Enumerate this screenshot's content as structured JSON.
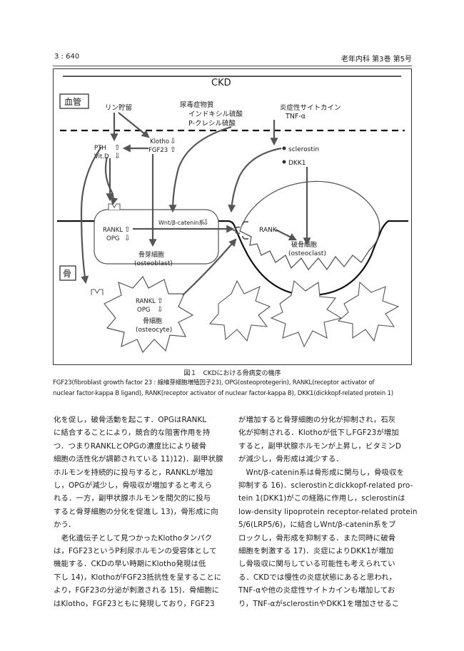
{
  "header": {
    "page_label": "3 : 640",
    "journal_label": "老年内科 第3巻 第5号"
  },
  "figure": {
    "title": "CKD",
    "region_vessel": "血管",
    "region_bone": "骨",
    "phosphate_retention": "リン貯留",
    "uremic_toxins": "尿毒症物質",
    "indoxyl_sulfate": "インドキシル硫酸",
    "p_cresyl_sulfate": "P-クレシル硫酸",
    "inflammatory_cytokine": "炎症性サイトカイン",
    "tnf_alpha": "TNF-α",
    "klotho": "Klotho",
    "fgf23": "FGF23",
    "pth": "PTH",
    "vitd": "Vit.D",
    "sclerostin": "sclerostin",
    "dkk1": "DKK1",
    "wnt_catenin": "Wnt/β-catenin系",
    "rankl_osteoblast": "RANKL",
    "opg_osteoblast": "OPG",
    "osteoblast_ja": "骨芽細胞",
    "osteoblast_en": "(osteoblast)",
    "rank": "RANK",
    "osteoclast_ja": "破骨細胞",
    "osteoclast_en": "(osteoclast)",
    "rankl_osteocyte": "RANKL",
    "opg_osteocyte": "OPG",
    "osteocyte_ja": "骨細胞",
    "osteocyte_en": "(osteocyte)"
  },
  "caption": {
    "title": "図１　CKDにおける骨病変の機序",
    "line1": "FGF23(fibroblast growth factor 23 : 線維芽細胞増殖因子23), OPG(osteoprotegerin), RANKL(receptor activator of",
    "line2": "nuclear factor-kappa B ligand), RANK(receptor activator of nuclear factor-kappa B), DKK1(dickkopf-related protein 1)"
  },
  "body": {
    "left_lines": [
      "化を促し，破骨活動を起こす．OPGはRANKL",
      "に結合することにより，競合的な阻害作用を持",
      "つ．つまりRANKLとOPGの濃度比により破骨",
      "細胞の活性化が調節されている 11)12)．副甲状腺",
      "ホルモンを持続的に投与すると，RANKLが増加",
      "し，OPGが減少し，骨吸収が増加すると考えら",
      "れる．一方，副甲状腺ホルモンを間欠的に投与",
      "すると骨芽細胞の分化を促進し 13)，骨形成に向",
      "かう．",
      "　老化遺伝子として見つかったKlothoタンパク",
      "は，FGF23というP利尿ホルモンの受容体として",
      "機能する．CKDの早い時期にKlotho発現は低",
      "下し 14)，KlothoがFGF23抵抗性を呈することに",
      "より，FGF23の分泌が刺激される 15)．骨細胞に",
      "はKlotho，FGF23ともに発現しており，FGF23"
    ],
    "right_lines": [
      "が増加すると骨芽細胞の分化が抑制され，石灰",
      "化が抑制される．Klothoが低下しFGF23が増加",
      "すると，副甲状腺ホルモンが上昇し，ビタミンD",
      "が減少し，骨形成は減少する．",
      "　Wnt/β-catenin系は骨形成に関与し，骨吸収を",
      "抑制する 16)．sclerostinとdickkopf-related pro-",
      "tein 1(DKK1)がこの経路に作用し，sclerostinは",
      "low-density lipoprotein receptor-related protein",
      "5/6(LRP5/6)，に結合しWnt/β-catenin系をブ",
      "ロックし，骨形成を抑制する．また同時に破骨",
      "細胞を刺激する 17)．炎症によりDKK1が増加",
      "し骨吸収に関与している可能性も考えられてい",
      "る．CKDでは慢性の炎症状態にあると思われ，",
      "TNF-αや他の炎症性サイトカインも増加してお",
      "り，TNF-αがsclerostinやDKK1を増加させるこ"
    ]
  }
}
